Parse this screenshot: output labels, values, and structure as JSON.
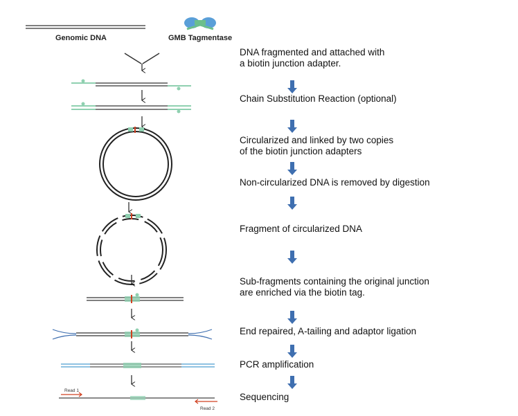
{
  "labels": {
    "genomic_dna": "Genomic DNA",
    "tagmentase": "GMB Tagmentase",
    "read1": "Read 1",
    "read2": "Read 2"
  },
  "steps": [
    "DNA fragmented and attached with\na biotin junction adapter.",
    "Chain Substitution Reaction (optional)",
    "Circularized and linked by two copies\nof the biotin junction adapters",
    "Non-circularized DNA is removed by digestion",
    "Fragment of circularized DNA",
    "Sub-fragments containing the original junction\nare enriched via the biotin tag.",
    "End repaired, A-tailing and adaptor ligation",
    "PCR amplification",
    "Sequencing"
  ],
  "colors": {
    "dna": "#333333",
    "adapter_green": "#8fd0b0",
    "junction_red": "#d04020",
    "flow_arrow": "#3f6fb0",
    "tagmentase_blue": "#5a9fd8",
    "tagmentase_green": "#6cbf8c",
    "pcr_blue": "#6aaed8",
    "read_red": "#d04020"
  }
}
